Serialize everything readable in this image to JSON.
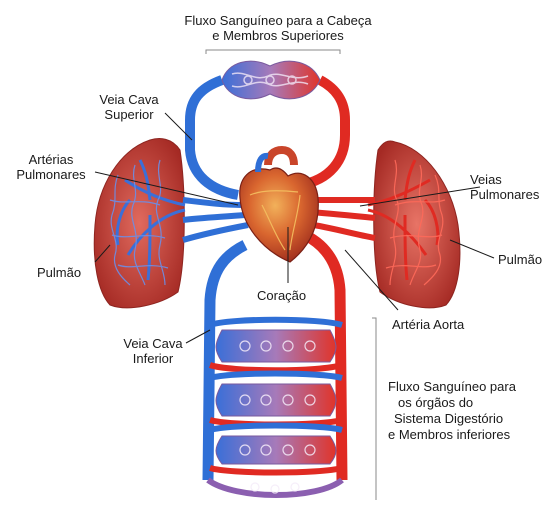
{
  "labels": {
    "top_flow": [
      "Fluxo Sanguíneo para a Cabeça",
      "e Membros Superiores"
    ],
    "vena_cava_superior": [
      "Veia Cava",
      "Superior"
    ],
    "pulmonary_arteries": [
      "Artérias",
      "Pulmonares"
    ],
    "lung_left": "Pulmão",
    "pulmonary_veins": [
      "Veias",
      "Pulmonares"
    ],
    "lung_right": "Pulmão",
    "heart": "Coração",
    "aorta": "Artéria Aorta",
    "vena_cava_inferior": [
      "Veia Cava",
      "Inferior"
    ],
    "body_flow": [
      "Fluxo Sanguíneo para",
      "os órgãos do",
      "Sistema Digestório",
      "e Membros inferiores"
    ]
  },
  "colors": {
    "venous": "#2f6fd6",
    "arterial": "#e02a22",
    "lung": "#b8332e",
    "heart": "#c9452a",
    "capillary": "#9a6fb3"
  }
}
